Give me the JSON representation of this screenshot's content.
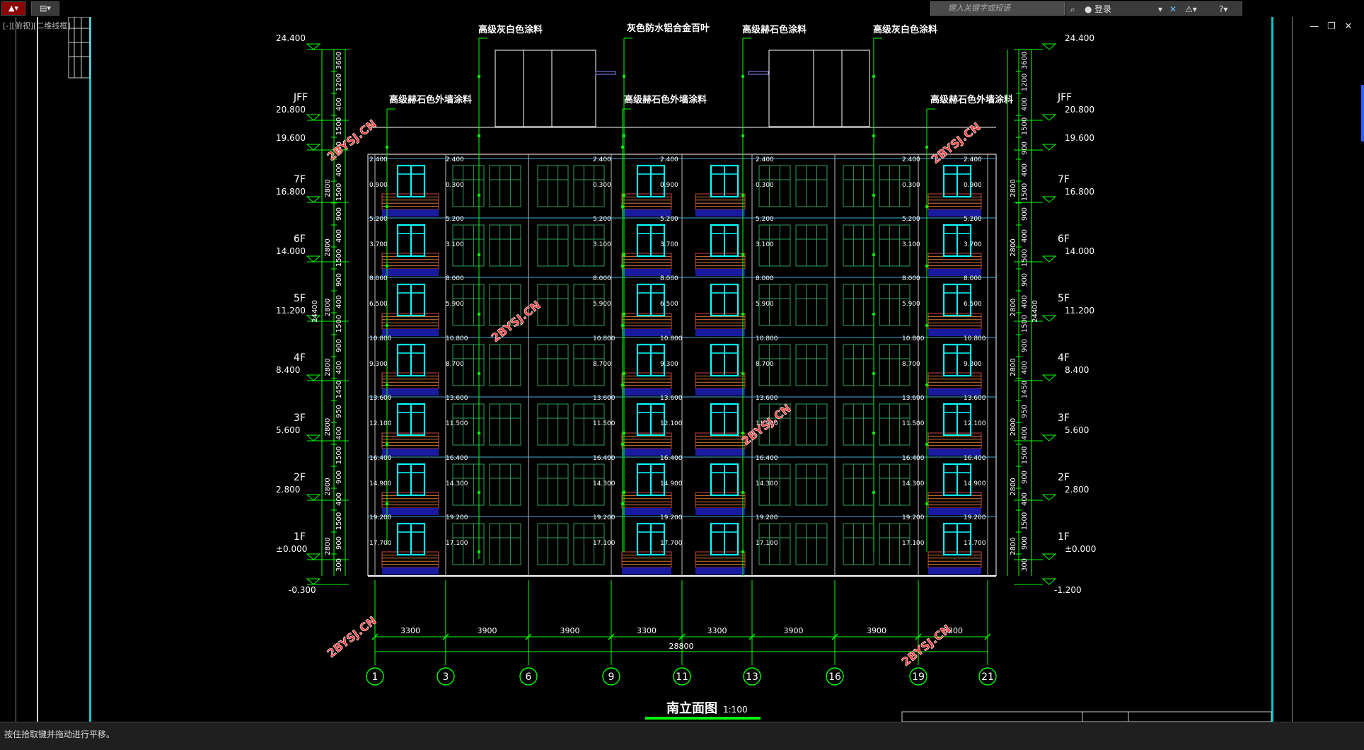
{
  "toolbar": {
    "app_icon": "autocad-logo-icon",
    "save_icon": "save-icon",
    "search_placeholder": "键入关键字或短语",
    "login_label": "登录",
    "exchange_icon": "exchange-icon",
    "a360_icon": "a360-icon",
    "help_icon": "help-icon"
  },
  "viewport_label": "[-][俯视][二维线框]",
  "window_controls": [
    "—",
    "❐",
    "✕"
  ],
  "status": {
    "text": "按住拾取键并拖动进行平移。"
  },
  "drawing": {
    "title": "南立面图",
    "scale": "1:100",
    "watermark": "2BYSJ.CN",
    "floors": [
      {
        "label": "JFF",
        "elev": "20.800"
      },
      {
        "label": "7F",
        "elev": "16.800"
      },
      {
        "label": "6F",
        "elev": "14.000"
      },
      {
        "label": "5F",
        "elev": "11.200"
      },
      {
        "label": "4F",
        "elev": "8.400"
      },
      {
        "label": "3F",
        "elev": "5.600"
      },
      {
        "label": "2F",
        "elev": "2.800"
      },
      {
        "label": "1F",
        "elev": "±0.000"
      }
    ],
    "roof_elev": "24.400",
    "parapet_elev": "19.600",
    "ground_left": "-0.300",
    "ground_right": "-1.200",
    "left_dims": [
      "3600",
      "1200",
      "400",
      "1500",
      "900",
      "400",
      "1500",
      "900",
      "400",
      "1500",
      "900",
      "400",
      "1500",
      "900",
      "400",
      "1450",
      "950",
      "400",
      "1500",
      "900",
      "400",
      "1500",
      "900",
      "300"
    ],
    "total_height": "24400",
    "story_dims": [
      "2800",
      "2800",
      "2800",
      "2800",
      "2800",
      "2800",
      "2800"
    ],
    "callouts": [
      "高级灰白色涂料",
      "灰色防水铝合金百叶",
      "高级赫石色涂料",
      "高级灰白色涂料",
      "高级赫石色外墙涂料",
      "高级赫石色外墙涂料",
      "高级赫石色外墙涂料"
    ],
    "axes": [
      "1",
      "3",
      "6",
      "9",
      "11",
      "13",
      "16",
      "19",
      "21"
    ],
    "spans": [
      "3300",
      "3900",
      "3900",
      "3300",
      "3300",
      "3900",
      "3900",
      "3300"
    ],
    "total_width": "28800",
    "window_elevs": {
      "bay": [
        "19.200",
        "17.700",
        "16.400",
        "14.900",
        "13.600",
        "12.100",
        "10.800",
        "9.300",
        "8.000",
        "6.500",
        "5.200",
        "3.700",
        "2.400",
        "0.900"
      ],
      "hall": [
        "19.200",
        "17.100",
        "16.400",
        "14.300",
        "13.600",
        "11.500",
        "10.800",
        "8.700",
        "8.000",
        "5.900",
        "5.200",
        "3.100",
        "2.400",
        "0.300"
      ]
    }
  },
  "colors": {
    "green": "#00ff00",
    "cyan": "#00ffff",
    "white": "#ffffff",
    "red": "#ff4040",
    "orange": "#d4783a",
    "blue": "#1a1aa0"
  }
}
